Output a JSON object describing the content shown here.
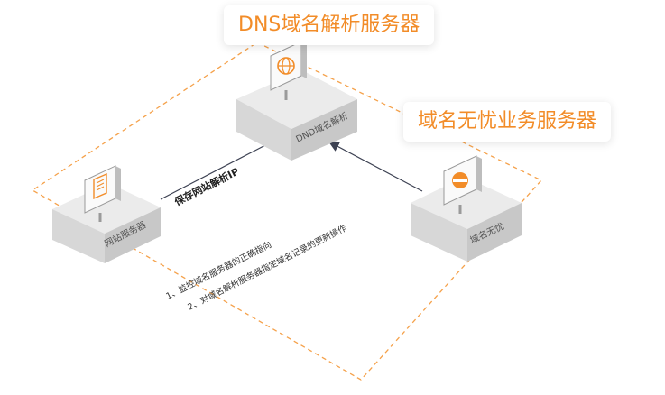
{
  "callouts": {
    "dns_title": "DNS域名解析服务器",
    "yumingwuyou_title": "域名无忧业务服务器"
  },
  "nodes": {
    "dns_server": "DND域名解析",
    "web_server": "网站服务器",
    "yumingwuyou": "域名无忧"
  },
  "edges": {
    "save_ip": "保存网站解析IP"
  },
  "notes": [
    "1、监控域名服务器的正确指向",
    "2、对域名解析服务器指定域名记录的更新操作"
  ],
  "colors": {
    "accent": "#f28c28",
    "dashed_border": "#f5a14a",
    "box_top": "#ebebeb",
    "box_left": "#d7d7d7",
    "box_right": "#c9c9c9",
    "arrow": "#3d4253"
  }
}
